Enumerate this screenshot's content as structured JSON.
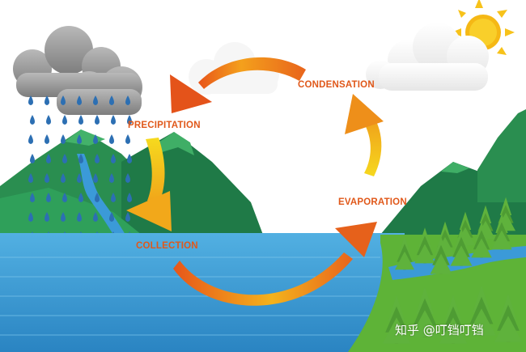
{
  "labels": {
    "condensation": "CONDENSATION",
    "precipitation": "PRECIPITATION",
    "evaporation": "EVAPORATION",
    "collection": "COLLECTION"
  },
  "watermark": "知乎 @叮铛叮铛",
  "colors": {
    "label_text": "#e0581a",
    "sky": "#ffffff",
    "lake_top": "#4aa8dc",
    "lake_bottom": "#2d88c6",
    "mountain_dark": "#1f6f45",
    "mountain_light": "#2d9a57",
    "grass": "#6fbd3d",
    "tree": "#5aa83a",
    "cloud_grey": "#9b9b9b",
    "cloud_white": "#f2f2f2",
    "raindrop": "#2c6fb3",
    "sun": "#f7c21a",
    "arrow_start": "#e5551a",
    "arrow_end": "#f6d21a"
  },
  "icons": [
    "sun-icon",
    "rain-cloud-icon",
    "white-cloud-icon",
    "raindrop-icon",
    "pine-tree-icon"
  ]
}
